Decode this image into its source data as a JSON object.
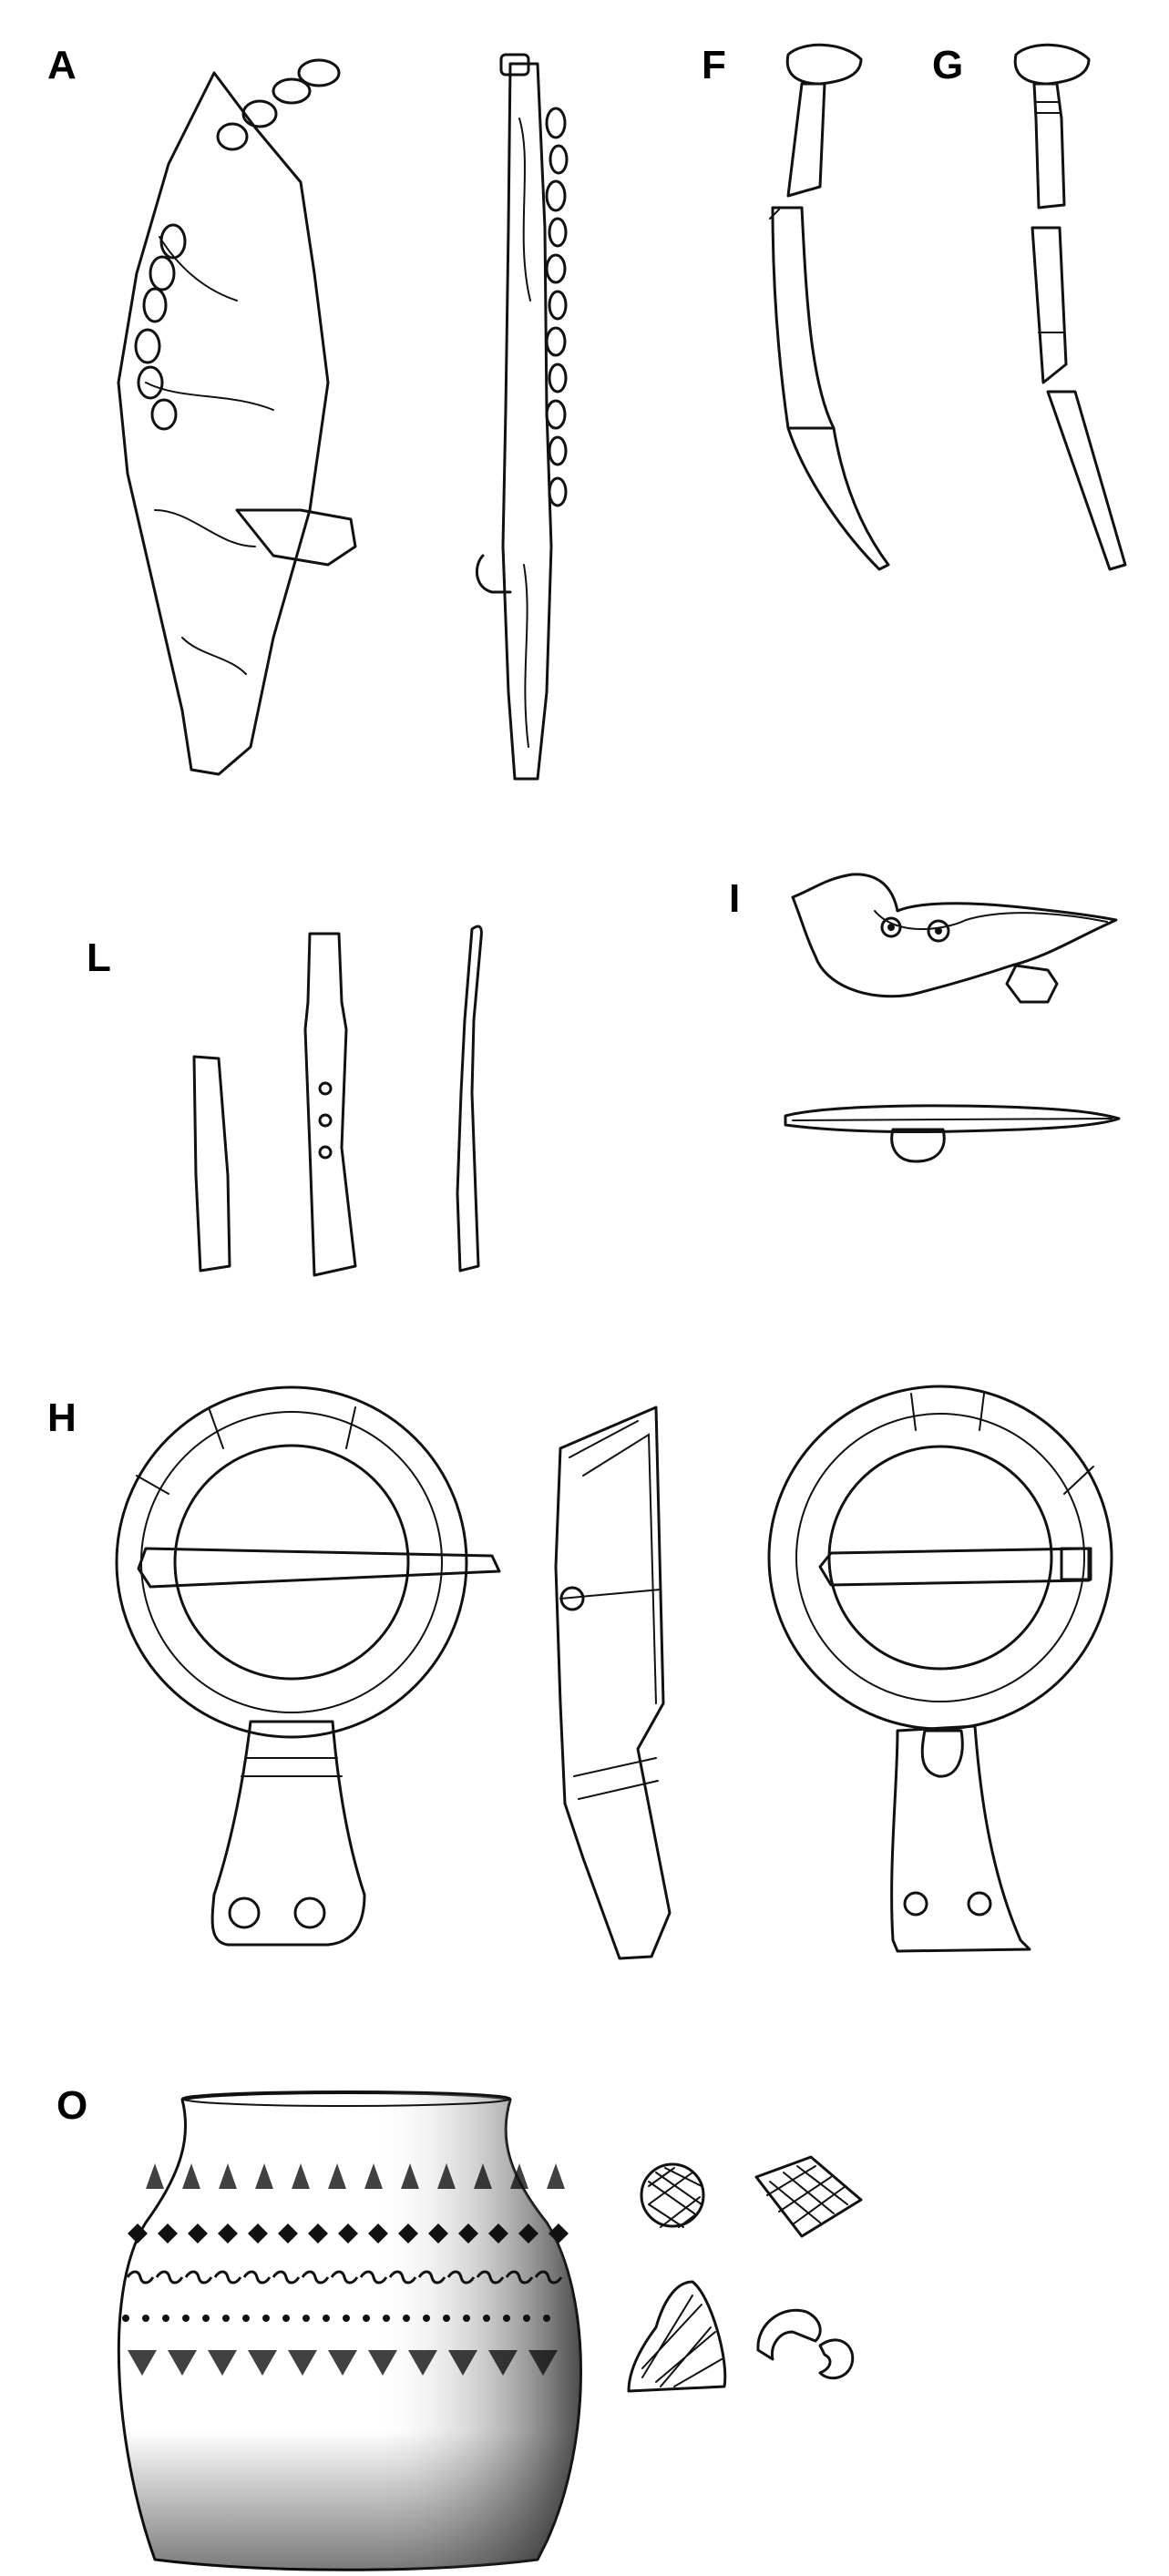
{
  "plate": {
    "labels": {
      "a": "A",
      "f": "F",
      "g": "G",
      "l": "L",
      "i": "I",
      "h": "H",
      "o": "O"
    }
  }
}
